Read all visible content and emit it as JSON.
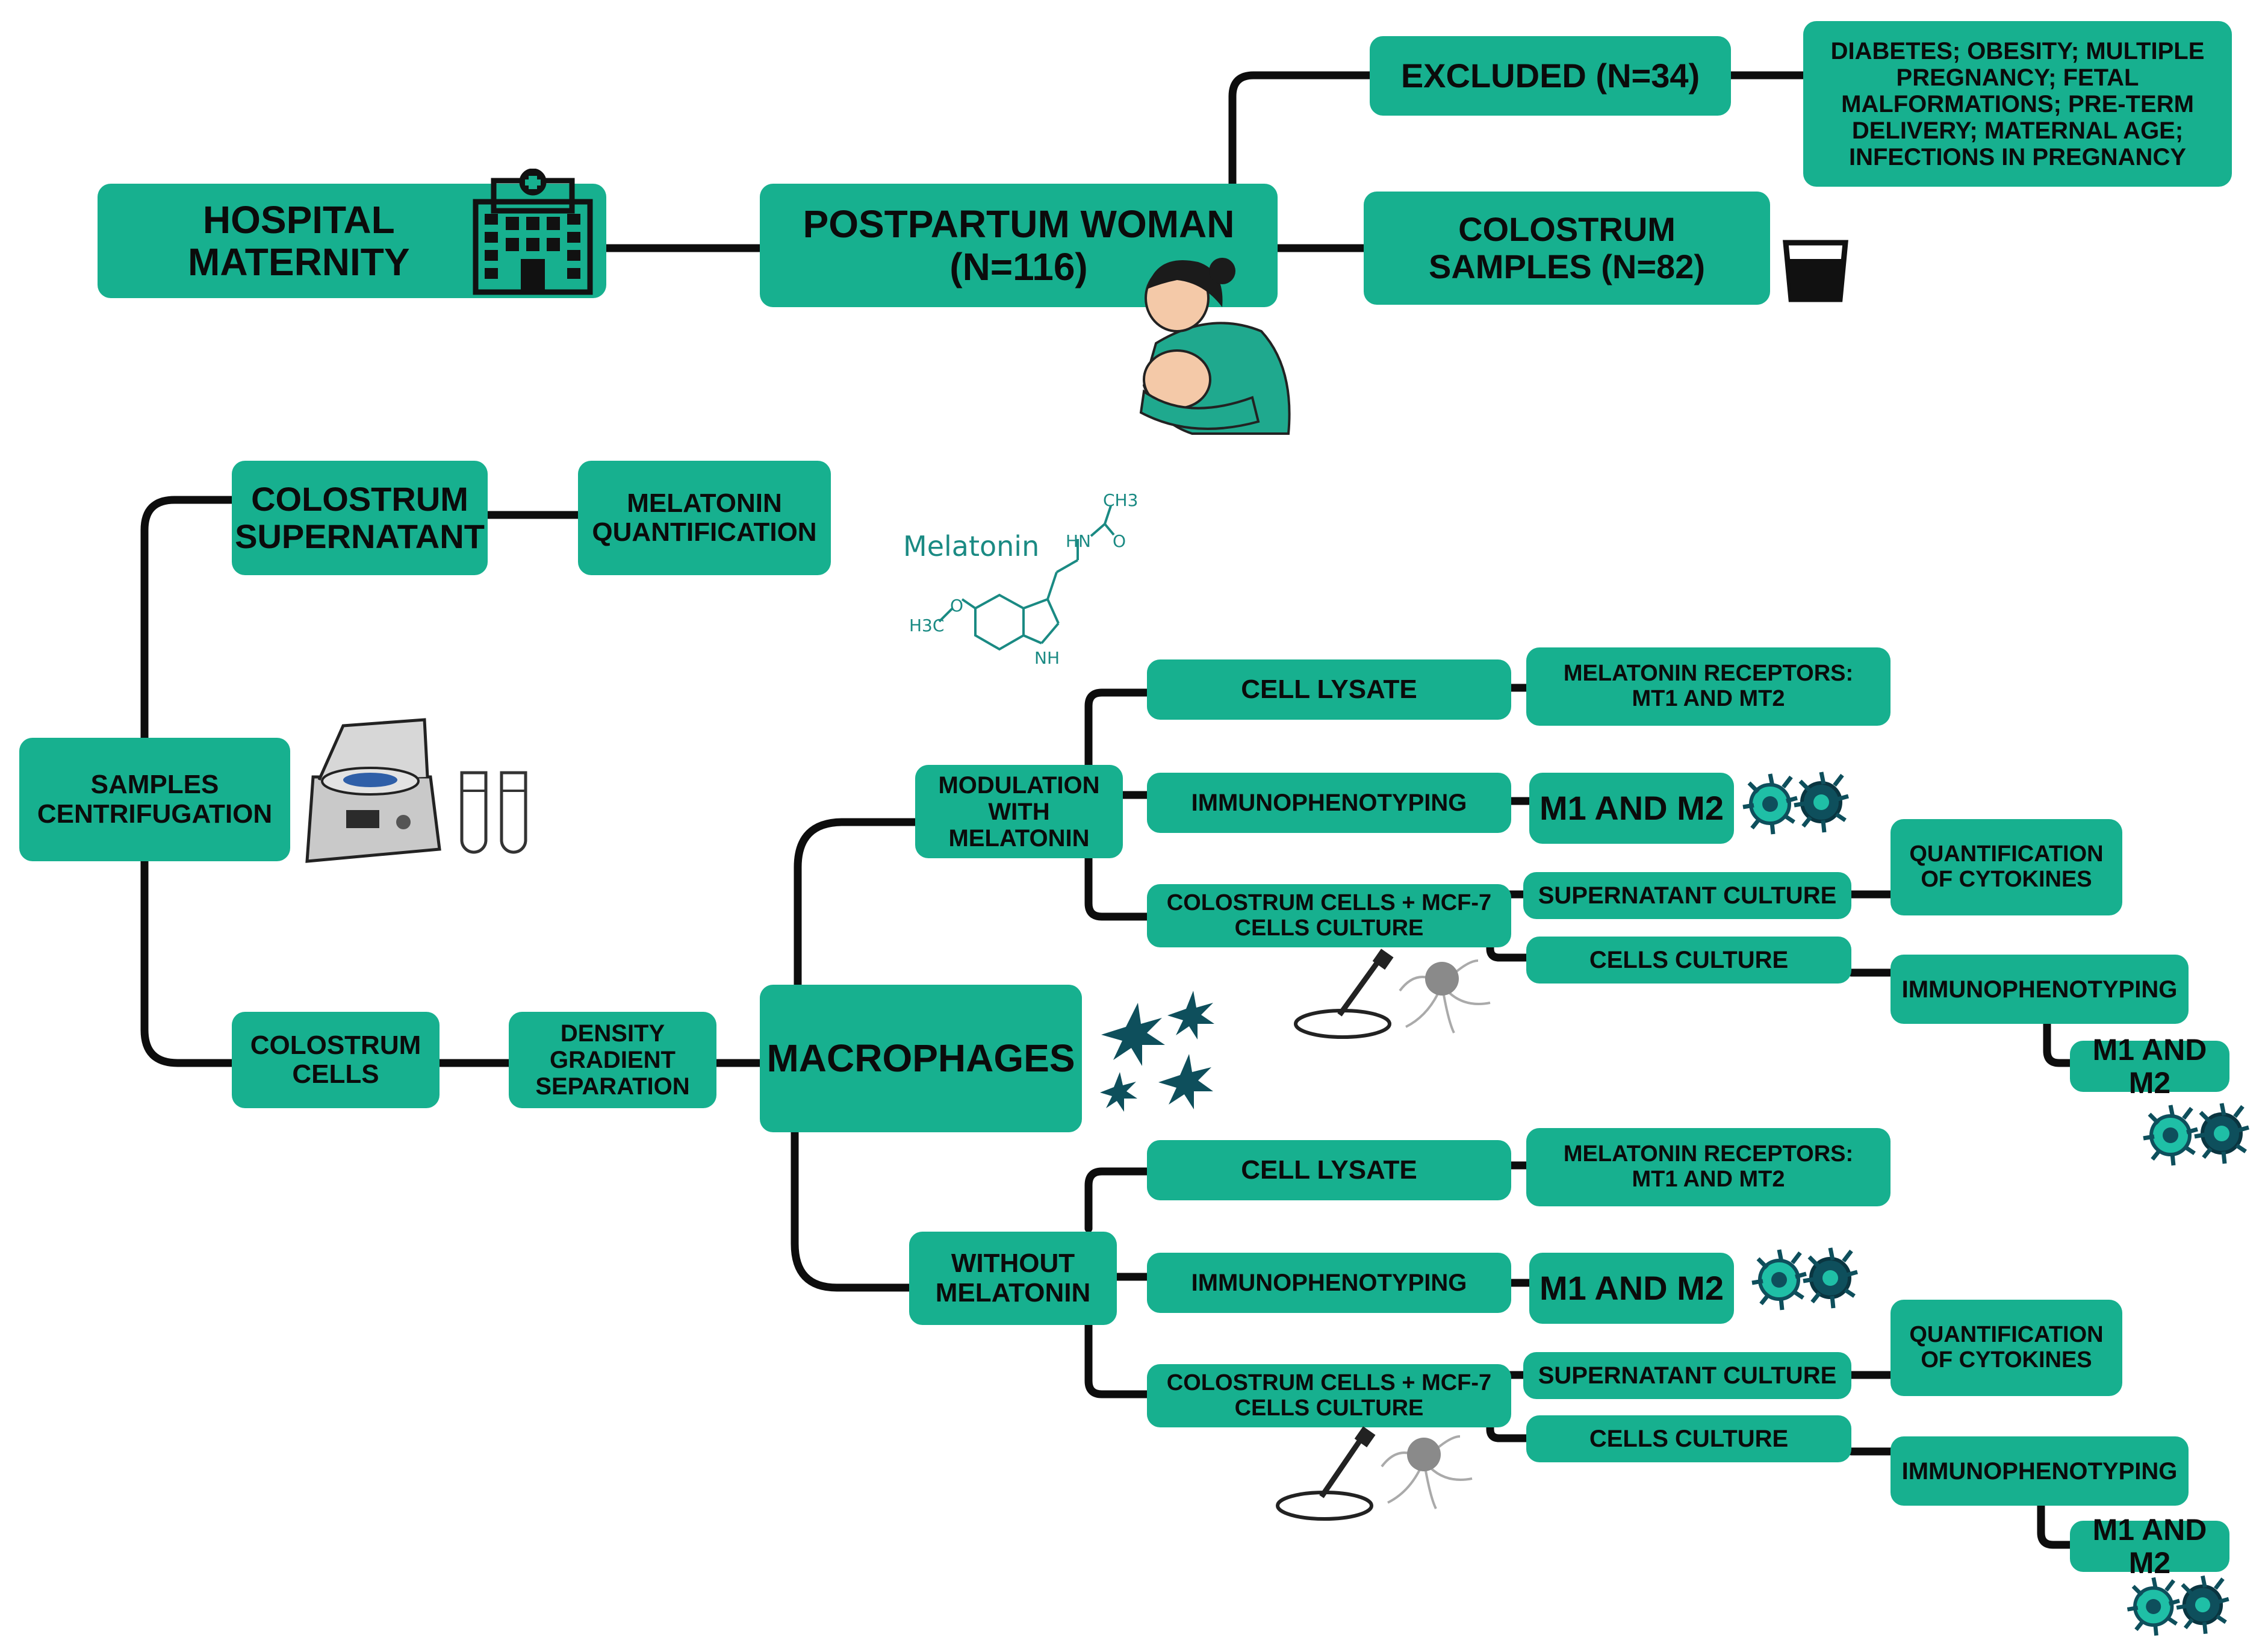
{
  "colors": {
    "box": "#17b08f",
    "line": "#0d0d0d",
    "cell_dark": "#0e4f5c",
    "cell_light": "#1fbfa6",
    "molecule": "#1a8a83"
  },
  "top": {
    "hospital": "HOSPITAL\nMATERNITY",
    "postpartum": "POSTPARTUM WOMAN\n(N=116)",
    "excluded": "EXCLUDED (N=34)",
    "exclusion_criteria": "DIABETES; OBESITY; MULTIPLE\nPREGNANCY; FETAL\nMALFORMATIONS; PRE-TERM\nDELIVERY; MATERNAL AGE;\nINFECTIONS IN PREGNANCY",
    "colostrum_samples": "COLOSTRUM\nSAMPLES (N=82)"
  },
  "processing": {
    "supernatant": "COLOSTRUM\nSUPERNATANT",
    "melatonin_quant": "MELATONIN\nQUANTIFICATION",
    "molecule_name": "Melatonin",
    "molecule_labels": {
      "ch3": "CH3",
      "hn": "HN",
      "o_carbonyl": "O",
      "o_ether": "O",
      "h3c": "H3C",
      "nh": "NH"
    },
    "centrifugation": "SAMPLES\nCENTRIFUGATION",
    "cells": "COLOSTRUM\nCELLS",
    "density": "DENSITY\nGRADIENT\nSEPARATION",
    "macrophages": "MACROPHAGES"
  },
  "with_melatonin": {
    "branch": "MODULATION\nWITH\nMELATONIN",
    "cell_lysate": "CELL LYSATE",
    "receptors": "MELATONIN RECEPTORS:\nMT1 AND MT2",
    "immuno": "IMMUNOPHENOTYPING",
    "m1m2": "M1 AND M2",
    "coculture": "COLOSTRUM CELLS + MCF-7\nCELLS CULTURE",
    "supernatant_culture": "SUPERNATANT CULTURE",
    "cytokines": "QUANTIFICATION\nOF CYTOKINES",
    "cells_culture": "CELLS CULTURE",
    "immuno2": "IMMUNOPHENOTYPING",
    "m1m2_2": "M1 AND M2"
  },
  "without_melatonin": {
    "branch": "WITHOUT\nMELATONIN",
    "cell_lysate": "CELL LYSATE",
    "receptors": "MELATONIN RECEPTORS:\nMT1 AND MT2",
    "immuno": "IMMUNOPHENOTYPING",
    "m1m2": "M1 AND M2",
    "coculture": "COLOSTRUM CELLS + MCF-7\nCELLS CULTURE",
    "supernatant_culture": "SUPERNATANT CULTURE",
    "cytokines": "QUANTIFICATION\nOF CYTOKINES",
    "cells_culture": "CELLS CULTURE",
    "immuno2": "IMMUNOPHENOTYPING",
    "m1m2_2": "M1 AND M2"
  },
  "icons": [
    "hospital-icon",
    "mother-baby-icon",
    "cup-icon",
    "melatonin-molecule",
    "centrifuge-icon",
    "test-tubes-icon",
    "macrophage-cluster-icon",
    "petri-dish-icon",
    "m1-m2-cells-icon"
  ]
}
